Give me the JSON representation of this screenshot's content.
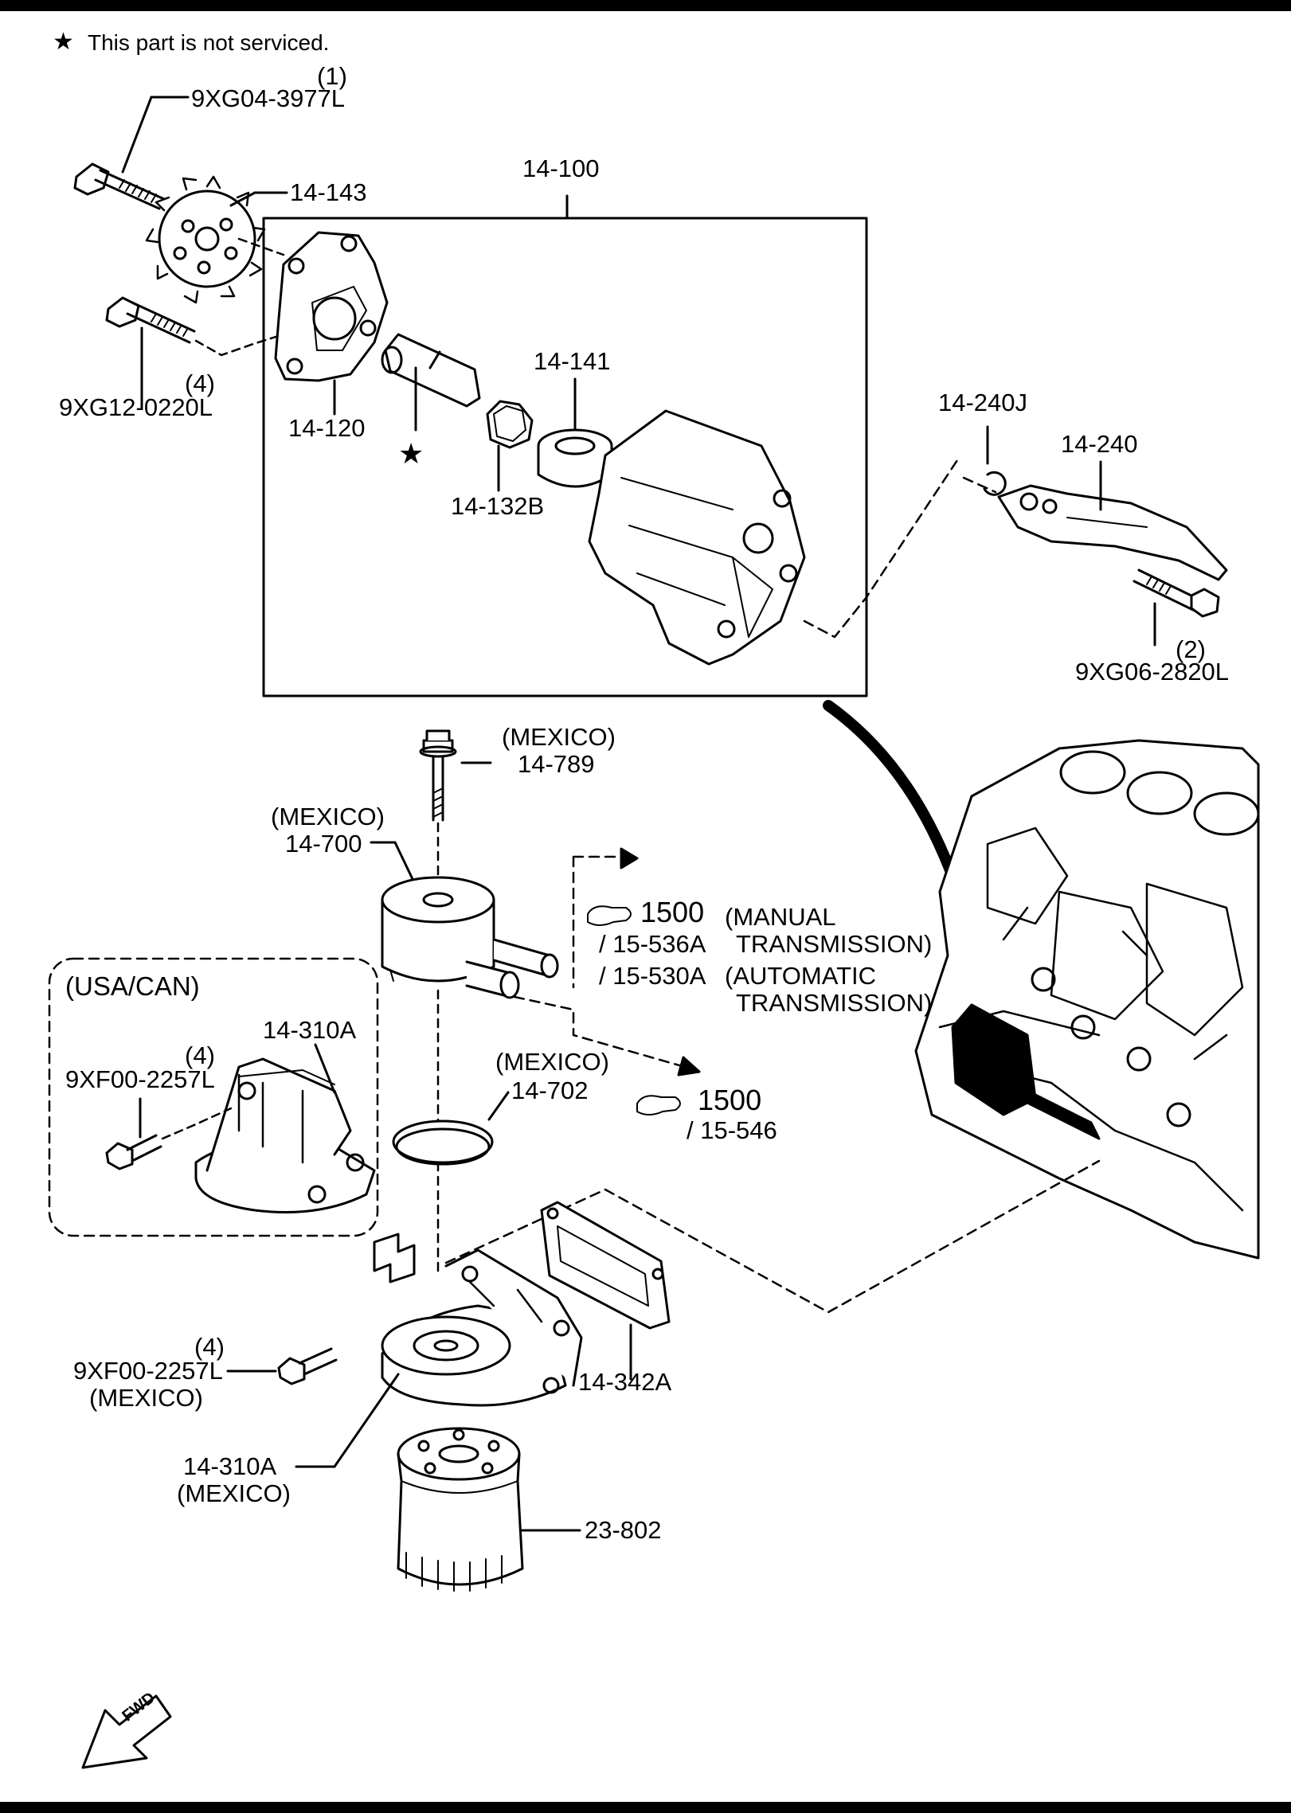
{
  "note": {
    "star": "★",
    "text": "This part is not serviced."
  },
  "labels": {
    "bolt_top_qty": "(1)",
    "bolt_top_part": "9XG04-3977L",
    "sprocket": "14-143",
    "pump_assembly": "14-100",
    "bolt_left_qty": "(4)",
    "bolt_left_part": "9XG12-0220L",
    "pump_cover": "14-120",
    "star_mark": "★",
    "rotor": "14-141",
    "rotor_b": "14-132B",
    "snap_ring": "14-240J",
    "lever": "14-240",
    "bolt_right_qty": "(2)",
    "bolt_right_part": "9XG06-2820L",
    "mex_789_region": "(MEXICO)",
    "bolt_789": "14-789",
    "mex_700_region": "(MEXICO)",
    "cooler": "14-700",
    "ref1_icon": "☞",
    "ref1_num": "1500",
    "ref1_manual": "(MANUAL",
    "ref1_manual2": "TRANSMISSION)",
    "ref1_536": "/ 15-536A",
    "ref1_530": "/ 15-530A",
    "ref1_auto": "(AUTOMATIC",
    "ref1_auto2": "TRANSMISSION)",
    "usa_can": "(USA/CAN)",
    "usa_qty": "(4)",
    "usa_bolt": "9XF00-2257L",
    "usa_filter_body": "14-310A",
    "mex_702_region": "(MEXICO)",
    "oring": "14-702",
    "ref2_icon": "☞",
    "ref2_num": "1500",
    "ref2_546": "/ 15-546",
    "mex_qty": "(4)",
    "mex_bolt": "9XF00-2257L",
    "mex_bolt_region": "(MEXICO)",
    "gasket": "14-342A",
    "mex_filter_body": "14-310A",
    "mex_filter_region": "(MEXICO)",
    "oil_filter": "23-802",
    "fwd": "FWD"
  },
  "colors": {
    "ink": "#000000",
    "paper": "#ffffff"
  }
}
